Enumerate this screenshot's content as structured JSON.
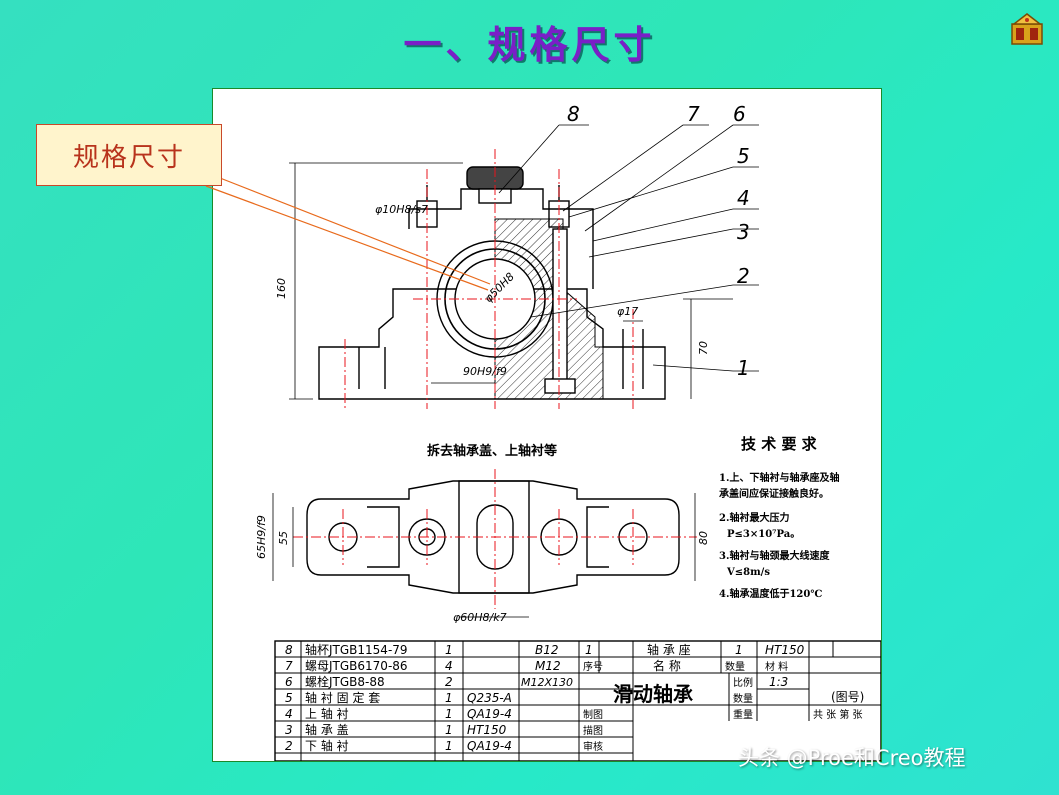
{
  "slide": {
    "title": "一、规格尺寸",
    "callout": "规格尺寸",
    "watermark": "头条 @Proe和Creo教程"
  },
  "drawing": {
    "part_numbers": [
      "8",
      "7",
      "6",
      "5",
      "4",
      "3",
      "2",
      "1"
    ],
    "dims": {
      "height_total": "160",
      "height_base": "70",
      "slot_width": "φ17",
      "bore": "φ50H8",
      "cap_fit": "φ10H8/s7",
      "fit_90": "90H9/f9",
      "width_65": "65H9/f9",
      "width_55": "55",
      "width_80": "80",
      "shaft_60": "φ60H8/k7"
    },
    "view_label": "拆去轴承盖、上轴衬等",
    "tech_title": "技 术 要 求",
    "tech_reqs": [
      "1.上、下轴衬与轴承座及轴",
      "承盖间应保证接触良好。",
      "2.轴衬最大压力",
      "P≤3×10⁷Pa。",
      "3.轴衬与轴颈最大线速度",
      "V≤8m/s",
      "4.轴承温度低于120℃"
    ],
    "title_block": {
      "title": "滑动轴承",
      "scale": "1:3",
      "drawing_no": "(图号)",
      "material_right": "HT150",
      "rows": [
        {
          "no": "8",
          "name": "轴杯JTGB1154-79",
          "qty": "1",
          "mat": "",
          "spec": "B12",
          "q2": "1",
          "n2": "轴 承 座",
          "q3": "1",
          "m3": "HT150"
        },
        {
          "no": "7",
          "name": "螺母JTGB6170-86",
          "qty": "4",
          "mat": "",
          "spec": "M12",
          "q2": "序号",
          "n2": "名 称",
          "q3": "数量",
          "m3": "材 料"
        },
        {
          "no": "6",
          "name": "螺栓JTGB8-88",
          "qty": "2",
          "mat": "",
          "spec": "M12X130",
          "q2": "",
          "n2": "",
          "q3": "比例",
          "m3": "1:3"
        },
        {
          "no": "5",
          "name": "轴 衬 固 定 套",
          "qty": "1",
          "mat": "Q235-A",
          "spec": "",
          "q2": "",
          "n2": "",
          "q3": "数量",
          "m3": ""
        },
        {
          "no": "4",
          "name": "上 轴 衬",
          "qty": "1",
          "mat": "QA19-4",
          "spec": "",
          "q2": "制图",
          "n2": "",
          "q3": "重量",
          "m3": "共 张 第 张"
        },
        {
          "no": "3",
          "name": "轴 承 盖",
          "qty": "1",
          "mat": "HT150",
          "spec": "",
          "q2": "描图",
          "n2": "",
          "q3": "",
          "m3": ""
        },
        {
          "no": "2",
          "name": "下 轴 衬",
          "qty": "1",
          "mat": "QA19-4",
          "spec": "",
          "q2": "审核",
          "n2": "",
          "q3": "",
          "m3": ""
        }
      ]
    }
  },
  "colors": {
    "background": "#2ee6c0",
    "title": "#7a1fc7",
    "callout_text": "#b8331c",
    "callout_bg": "#fff4cc",
    "centerline": "#e8141c",
    "frame": "#1a8a2a"
  }
}
